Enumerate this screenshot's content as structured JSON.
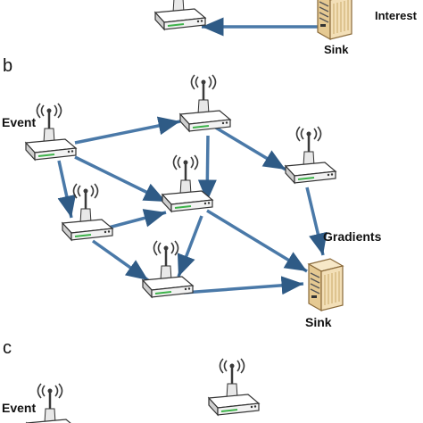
{
  "panels": {
    "a": {
      "labels": {
        "interest": "Interest",
        "sink": "Sink"
      }
    },
    "b": {
      "letter": "b",
      "labels": {
        "event": "Event",
        "gradients": "Gradients",
        "sink": "Sink"
      }
    },
    "c": {
      "letter": "c",
      "labels": {
        "event": "Event"
      }
    }
  },
  "colors": {
    "link": "#4a79a8",
    "link_dark": "#2f5b86",
    "node_body": "#f2f2f2",
    "node_top": "#ffffff",
    "node_stroke": "#333333",
    "antenna": "#3a3a3a",
    "led": "#3db34a",
    "sink_body": "#f3dfb7",
    "sink_stroke": "#8a6a3a"
  },
  "icons": {
    "node": "wireless-sensor-node-icon",
    "sink": "sink-server-icon"
  }
}
